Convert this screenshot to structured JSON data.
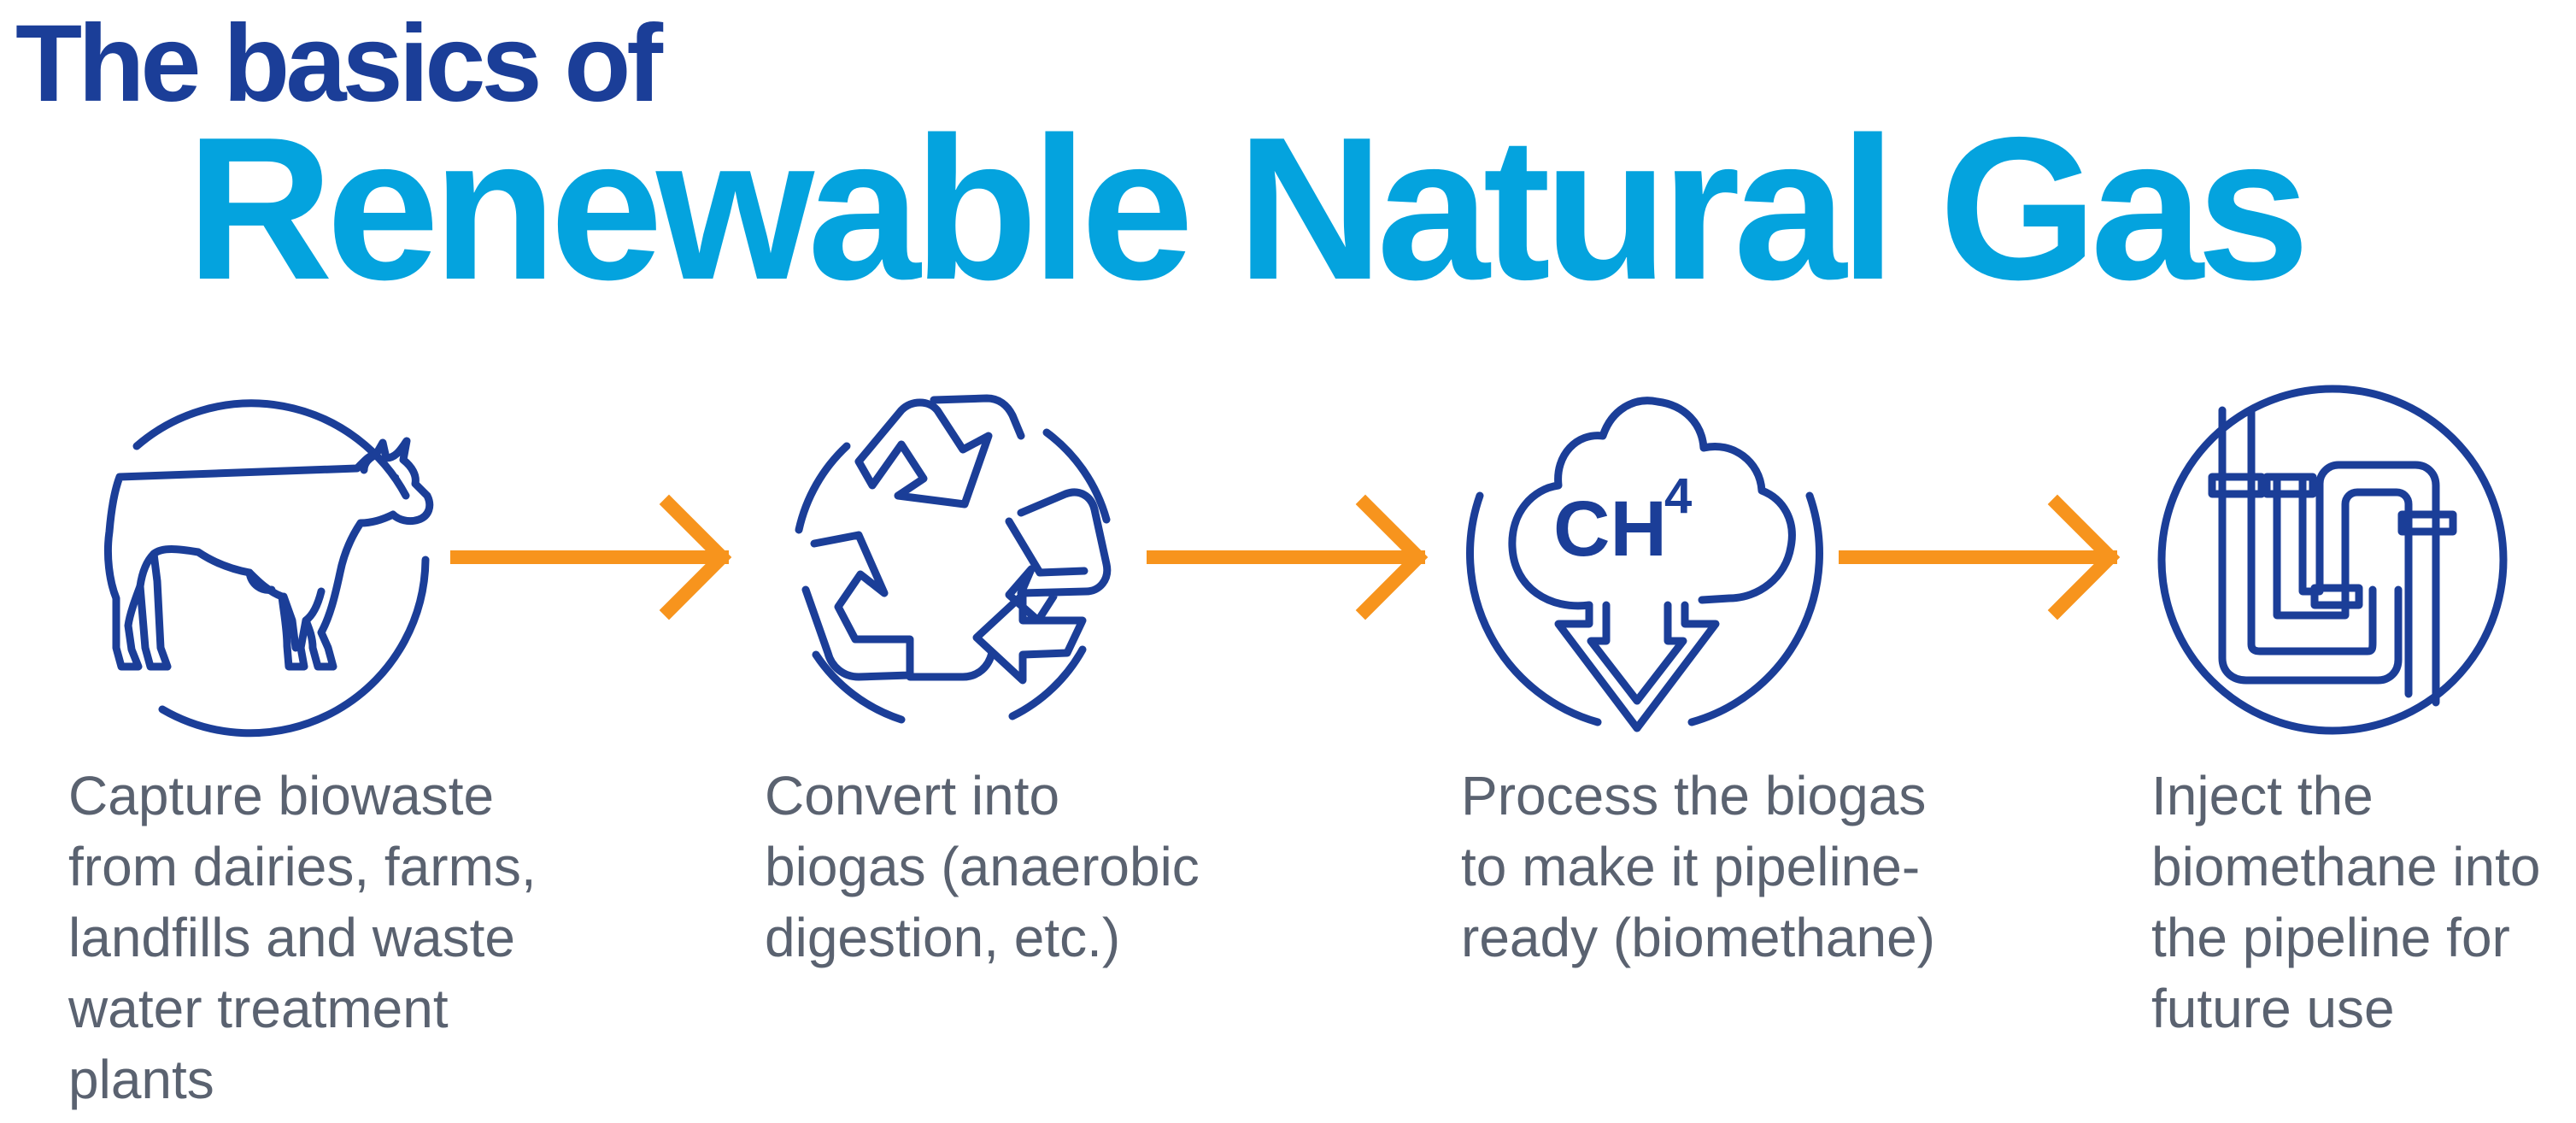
{
  "title": {
    "line1": "The basics of",
    "line2": "Renewable Natural Gas"
  },
  "colors": {
    "dark_blue": "#1B3E98",
    "light_blue": "#04A3DE",
    "orange": "#F7941D",
    "text_gray": "#5A6270",
    "icon_blue": "#1B3E98"
  },
  "steps": [
    {
      "icon": "cow-icon",
      "lines": [
        "Capture biowaste",
        "from dairies, farms,",
        "landfills and waste",
        "water treatment",
        "plants"
      ]
    },
    {
      "icon": "recycle-icon",
      "lines": [
        "Convert into",
        "biogas (anaerobic",
        "digestion, etc.)"
      ]
    },
    {
      "icon": "gas-cloud-icon",
      "cloud_label": "CH",
      "cloud_sup": "4",
      "lines": [
        "Process the biogas",
        "to make it pipeline-",
        "ready (biomethane)"
      ]
    },
    {
      "icon": "pipeline-icon",
      "lines": [
        "Inject the",
        "biomethane into",
        "the pipeline for",
        "future use"
      ]
    }
  ]
}
